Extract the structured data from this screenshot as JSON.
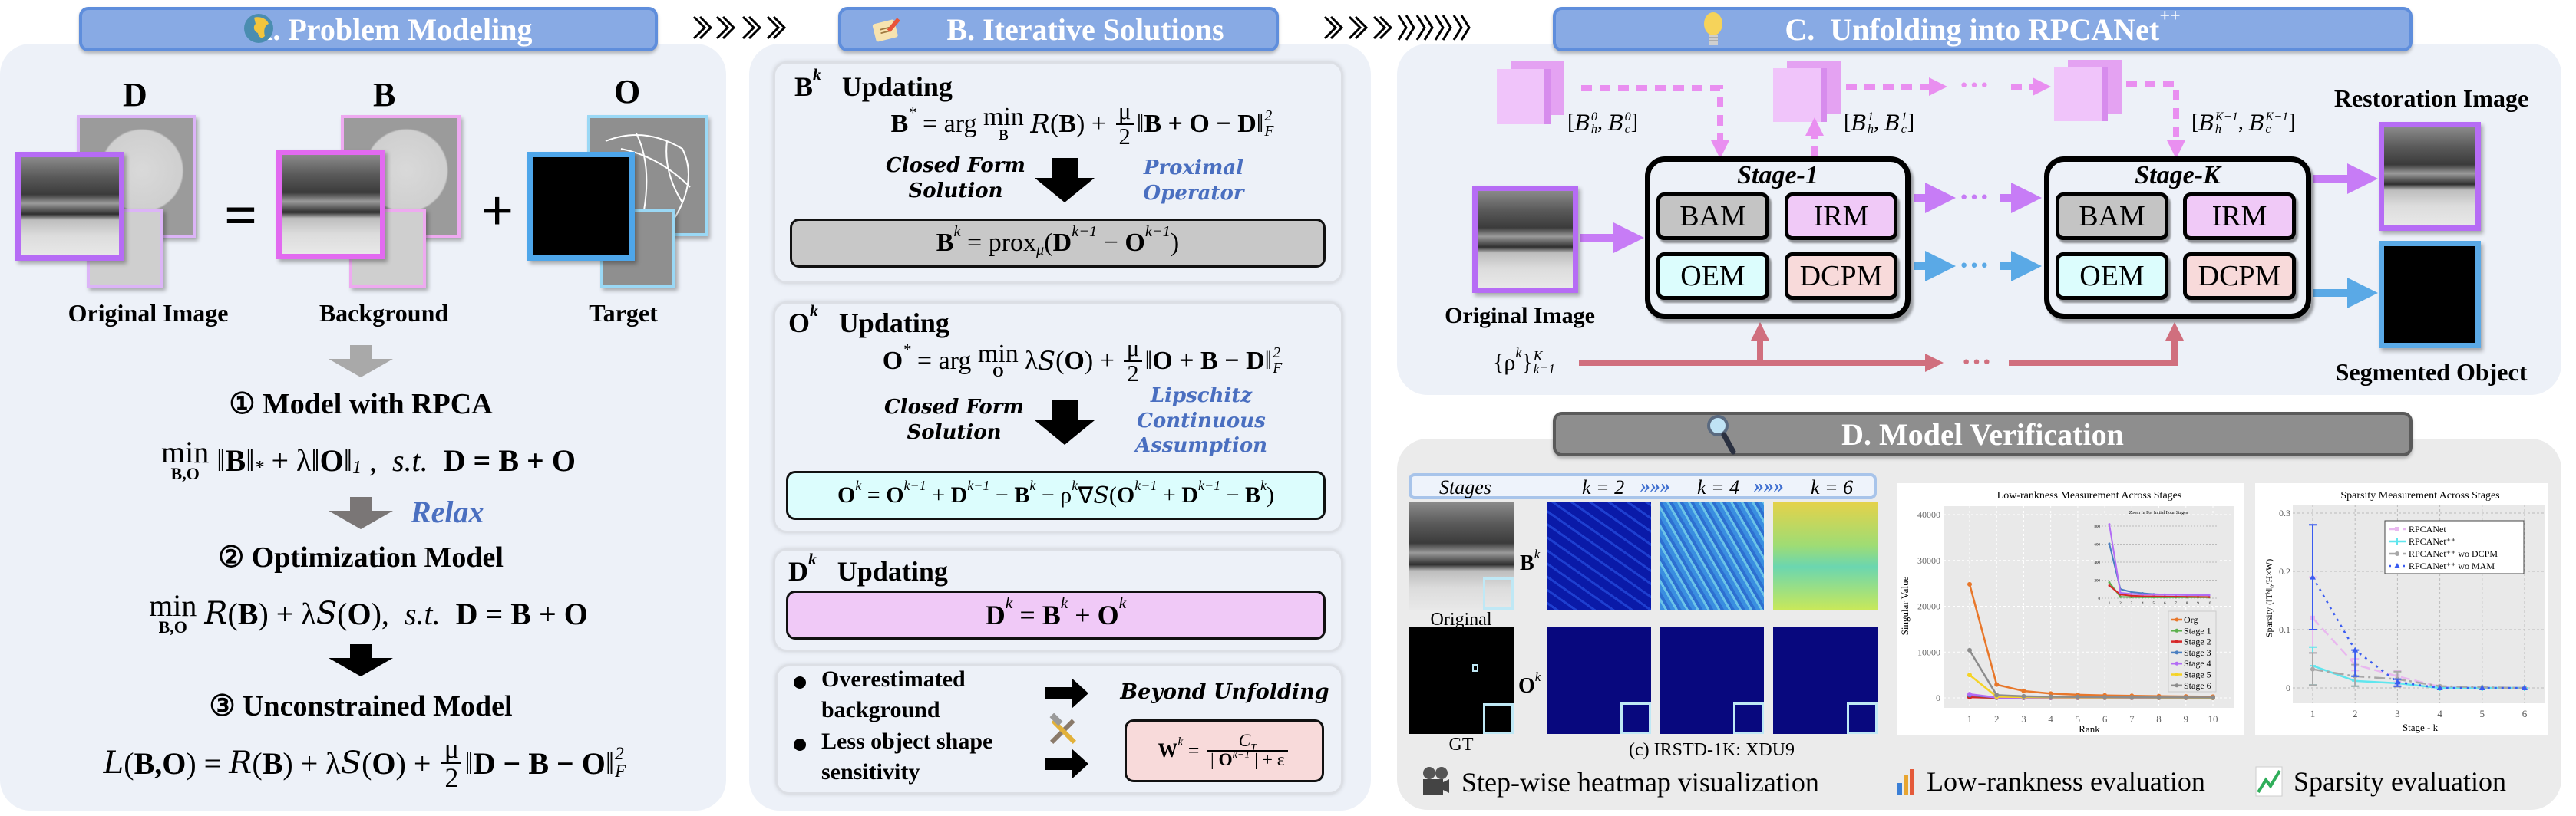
{
  "panelA": {
    "title": "A. Problem Modeling",
    "labels": {
      "D": "D",
      "B": "B",
      "O": "O"
    },
    "captions": {
      "original": "Original Image",
      "background": "Background",
      "target": "Target"
    },
    "equals": "=",
    "plus": "+",
    "step1": "① Model with RPCA",
    "relax": "Relax",
    "step2": "② Optimization Model",
    "step3": "③ Unconstrained Model",
    "formula1": [
      {
        "under": [
          "min",
          "B,O"
        ]
      },
      " ‖",
      {
        "b": "B"
      },
      "‖",
      {
        "sub": "*"
      },
      " + λ‖",
      {
        "b": "O"
      },
      "‖",
      {
        "sub": "1"
      },
      " ,  ",
      {
        "i": "s.t."
      },
      "  ",
      {
        "b": "D = B + O"
      }
    ],
    "formula2": [
      {
        "under": [
          "min",
          "B,O"
        ]
      },
      " ",
      {
        "cal": "R"
      },
      "(",
      {
        "b": "B"
      },
      ") + λ",
      {
        "cal": "S"
      },
      "(",
      {
        "b": "O"
      },
      "),  ",
      {
        "i": "s.t."
      },
      "  ",
      {
        "b": "D = B + O"
      }
    ],
    "formula3": [
      {
        "cal": "L"
      },
      "(",
      {
        "b": "B,O"
      },
      ") = ",
      {
        "cal": "R"
      },
      "(",
      {
        "b": "B"
      },
      ") + λ",
      {
        "cal": "S"
      },
      "(",
      {
        "b": "O"
      },
      ") + ",
      {
        "frac": [
          "μ",
          "2"
        ]
      },
      "‖",
      {
        "b": "D − B − O"
      },
      "‖",
      {
        "supsub": [
          "2",
          "F"
        ]
      }
    ]
  },
  "panelB": {
    "title": "B. Iterative Solutions",
    "b_title": [
      {
        "b": "B"
      },
      {
        "sup": "k"
      },
      "   Updating"
    ],
    "b_formula": [
      {
        "b": "B"
      },
      {
        "sup": "*"
      },
      " = arg ",
      {
        "under": [
          "min",
          "B"
        ]
      },
      " ",
      {
        "cal": "R"
      },
      "(",
      {
        "b": "B"
      },
      ") + ",
      {
        "frac": [
          "μ",
          "2"
        ]
      },
      "‖",
      {
        "b": "B + O − D"
      },
      "‖",
      {
        "supsub": [
          "2",
          "F"
        ]
      }
    ],
    "closed_form": "Closed Form\nSolution",
    "proximal": "Proximal\nOperator",
    "b_result": [
      {
        "b": "B"
      },
      {
        "sup": "k"
      },
      " = prox",
      {
        "sub": "μ"
      },
      "(",
      {
        "b": "D"
      },
      {
        "sup": "k−1"
      },
      " − ",
      {
        "b": "O"
      },
      {
        "sup": "k−1"
      },
      ")"
    ],
    "o_title": [
      {
        "b": "O"
      },
      {
        "sup": "k"
      },
      "   Updating"
    ],
    "o_formula": [
      {
        "b": "O"
      },
      {
        "sup": "*"
      },
      " = arg ",
      {
        "under": [
          "min",
          "O"
        ]
      },
      " λ",
      {
        "cal": "S"
      },
      "(",
      {
        "b": "O"
      },
      ") + ",
      {
        "frac": [
          "μ",
          "2"
        ]
      },
      "‖",
      {
        "b": "O + B − D"
      },
      "‖",
      {
        "supsub": [
          "2",
          "F"
        ]
      }
    ],
    "closed_form_2": "Closed Form\nSolution",
    "lipschitz": "Lipschitz\nContinuous\nAssumption",
    "o_result": [
      {
        "b": "O"
      },
      {
        "sup": "k"
      },
      " = ",
      {
        "b": "O"
      },
      {
        "sup": "k−1"
      },
      " + ",
      {
        "b": "D"
      },
      {
        "sup": "k−1"
      },
      " − ",
      {
        "b": "B"
      },
      {
        "sup": "k"
      },
      " − ρ",
      {
        "sup": "k"
      },
      "∇",
      {
        "cal": "S"
      },
      "(",
      {
        "b": "O"
      },
      {
        "sup": "k−1"
      },
      " + ",
      {
        "b": "D"
      },
      {
        "sup": "k−1"
      },
      " − ",
      {
        "b": "B"
      },
      {
        "sup": "k"
      },
      ")"
    ],
    "d_title": [
      {
        "b": "D"
      },
      {
        "sup": "k"
      },
      "   Updating"
    ],
    "d_result": [
      {
        "b": "D"
      },
      {
        "sup": "k"
      },
      " = ",
      {
        "b": "B"
      },
      {
        "sup": "k"
      },
      " + ",
      {
        "b": "O"
      },
      {
        "sup": "k"
      }
    ],
    "bullets": [
      "Overestimated background",
      "Less object shape sensitivity"
    ],
    "beyond": "Beyond Unfolding",
    "w_formula": [
      {
        "b": "W"
      },
      {
        "sup": "k"
      },
      " = ",
      {
        "frac": [
          [
            {
              "i": "C"
            },
            {
              "sub": "T"
            }
          ],
          [
            "| ",
            {
              "b": "O"
            },
            {
              "sup": "k−1"
            },
            " | + ε"
          ]
        ]
      }
    ]
  },
  "panelC": {
    "title": [
      {
        "t": "C.  Unfolding into RPCANet"
      },
      {
        "sup": "++"
      }
    ],
    "mem0": [
      "[",
      {
        "cal": "B"
      },
      {
        "supsub": [
          "0",
          "h"
        ]
      },
      ", ",
      {
        "cal": "B"
      },
      {
        "supsub": [
          "0",
          "c"
        ]
      },
      "]"
    ],
    "mem1": [
      "[",
      {
        "cal": "B"
      },
      {
        "supsub": [
          "1",
          "h"
        ]
      },
      ", ",
      {
        "cal": "B"
      },
      {
        "supsub": [
          "1",
          "c"
        ]
      },
      "]"
    ],
    "memK": [
      "[",
      {
        "cal": "B"
      },
      {
        "supsub": [
          "K−1",
          "h"
        ]
      },
      ", ",
      {
        "cal": "B"
      },
      {
        "supsub": [
          "K−1",
          "c"
        ]
      },
      "]"
    ],
    "rho": [
      "{ρ",
      {
        "sup": "k"
      },
      "}",
      {
        "supsub": [
          "K",
          "k=1"
        ]
      }
    ],
    "stage1": "Stage-1",
    "stageK": "Stage-K",
    "modules": {
      "bam": "BAM",
      "irm": "IRM",
      "oem": "OEM",
      "dcpm": "DCPM"
    },
    "original": "Original Image",
    "restoration": "Restoration Image",
    "segmented": "Segmented Object",
    "ellipsis": "···"
  },
  "panelD": {
    "title": "D.  Model Verification",
    "stages_label": "Stages",
    "k_labels": [
      "k = 2",
      "k = 4",
      "k = 6"
    ],
    "row_b": [
      {
        "b": "B"
      },
      {
        "sup": "k"
      }
    ],
    "row_o": [
      {
        "b": "O"
      },
      {
        "sup": "k"
      }
    ],
    "original": "Original",
    "gt": "GT",
    "dataset_caption": "(c) IRSTD-1K:  XDU9",
    "captions": [
      "Step-wise heatmap visualization",
      "Low-rankness evaluation",
      "Sparsity evaluation"
    ]
  },
  "colors": {
    "header_blue": "#88aae4",
    "purple": "#c46cf5",
    "blue": "#5aa9e6",
    "red": "#d06f7e",
    "pink_box": "#f0c9f7",
    "cyan_box": "#dcfdfd",
    "rose_box": "#f8dada"
  },
  "chart_data": [
    {
      "type": "line",
      "title": "Low-rankness Measurement Across Stages",
      "xlabel": "Rank",
      "ylabel": "Singular Value",
      "x": [
        1,
        2,
        3,
        4,
        5,
        6,
        7,
        8,
        9,
        10
      ],
      "ylim": [
        0,
        40000
      ],
      "yticks": [
        0,
        10000,
        20000,
        30000,
        40000
      ],
      "grid": true,
      "legend": "right",
      "series": [
        {
          "name": "Org",
          "color": "#e8772a",
          "values": [
            24800,
            2900,
            1500,
            950,
            700,
            550,
            450,
            380,
            320,
            280
          ]
        },
        {
          "name": "Stage 1",
          "color": "#5cb04d",
          "values": [
            175,
            15,
            12,
            11,
            10,
            10,
            10,
            10,
            10,
            10
          ]
        },
        {
          "name": "Stage 2",
          "color": "#d62728",
          "values": [
            140,
            40,
            28,
            22,
            20,
            18,
            17,
            16,
            15,
            14
          ]
        },
        {
          "name": "Stage 3",
          "color": "#4a7fc1",
          "values": [
            605,
            100,
            68,
            55,
            45,
            40,
            38,
            36,
            35,
            34
          ]
        },
        {
          "name": "Stage 4",
          "color": "#b36cf5",
          "values": [
            820,
            60,
            48,
            42,
            40,
            38,
            37,
            36,
            35,
            34
          ]
        },
        {
          "name": "Stage 5",
          "color": "#f5d327",
          "values": [
            5000,
            280,
            160,
            120,
            100,
            90,
            80,
            70,
            60,
            50
          ]
        },
        {
          "name": "Stage 6",
          "color": "#8c8c8c",
          "values": [
            10400,
            600,
            350,
            250,
            200,
            160,
            130,
            110,
            95,
            85
          ]
        }
      ],
      "inset": {
        "title": "Zoom In For Initial Four Stages",
        "series": [
          "Stage 1",
          "Stage 2",
          "Stage 3",
          "Stage 4"
        ],
        "ylim": [
          0,
          800
        ],
        "yticks": [
          0,
          200,
          400,
          600,
          800
        ]
      }
    },
    {
      "type": "line",
      "title": "Sparsity Measurement Across Stages",
      "xlabel": "Stage - k",
      "ylabel": "Sparsity  (‖Tᵏ‖₀/H×W)",
      "x": [
        1,
        2,
        3,
        4,
        5,
        6
      ],
      "ylim": [
        -0.025,
        0.3
      ],
      "yticks": [
        0,
        0.1,
        0.2,
        0.3
      ],
      "grid": true,
      "legend": "top-right",
      "series": [
        {
          "name": "RPCANet",
          "color": "#e9b8ef",
          "dash": "12 6",
          "marker": "square",
          "values": [
            0.12,
            0.04,
            0.02,
            0.002,
            0,
            0
          ],
          "err": [
            [
              0.06,
              0.19
            ],
            [
              0.03,
              0.05
            ],
            [
              0.01,
              0.03
            ],
            null,
            null,
            null
          ]
        },
        {
          "name": "RPCANet⁺⁺",
          "color": "#5fe6ee",
          "dash": "",
          "marker": "star",
          "values": [
            0.038,
            0.012,
            0.008,
            0,
            0,
            0
          ],
          "err": [
            [
              0.005,
              0.07
            ],
            [
              0.003,
              0.02
            ],
            null,
            null,
            null,
            null
          ]
        },
        {
          "name": "RPCANet⁺⁺ wo DCPM",
          "color": "#a8a8a8",
          "dash": "14 5 3 5",
          "marker": "circle",
          "values": [
            0.032,
            0.02,
            0.015,
            0.003,
            0.001,
            0
          ],
          "err": [
            [
              0.005,
              0.06
            ],
            [
              0.003,
              0.04
            ],
            [
              0.002,
              0.028
            ],
            null,
            null,
            null
          ]
        },
        {
          "name": "RPCANet⁺⁺ wo MAM",
          "color": "#3a5cf0",
          "dash": "3 6",
          "marker": "triangle",
          "values": [
            0.19,
            0.065,
            0.01,
            0,
            0,
            0
          ],
          "err": [
            [
              0.1,
              0.28
            ],
            [
              0.02,
              0.065
            ],
            [
              0.003,
              0.015
            ],
            null,
            null,
            null
          ]
        }
      ]
    }
  ]
}
